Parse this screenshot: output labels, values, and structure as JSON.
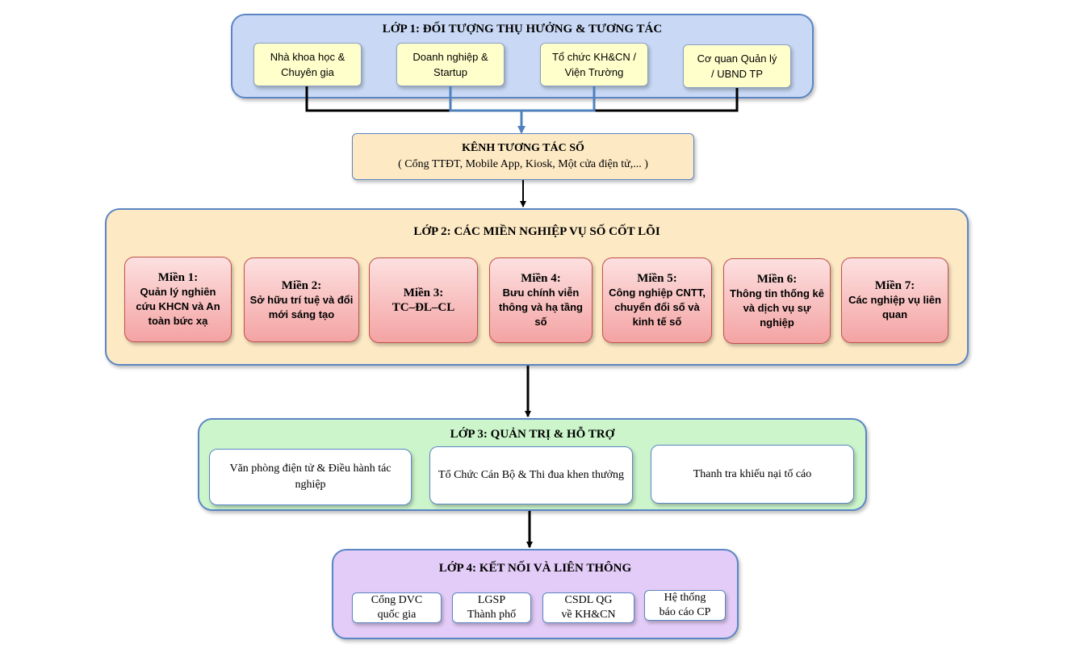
{
  "layer1": {
    "title": "LỚP 1: ĐỐI TƯỢNG THỤ HƯỞNG & TƯƠNG TÁC",
    "items": [
      {
        "line1": "Nhà khoa học &",
        "line2": "Chuyên gia"
      },
      {
        "line1": "Doanh nghiệp &",
        "line2": "Startup"
      },
      {
        "line1": "Tổ chức KH&CN /",
        "line2": "Viện Trường"
      },
      {
        "line1": "Cơ quan Quản lý",
        "line2": "/ UBND TP"
      }
    ]
  },
  "channel": {
    "title": "KÊNH TƯƠNG TÁC SỐ",
    "subtitle": "( Cổng TTĐT, Mobile App, Kiosk, Một cửa điện tử,... )"
  },
  "layer2": {
    "title": "LỚP 2: CÁC MIỀN NGHIỆP VỤ SỐ CỐT LÕI",
    "domains": [
      {
        "title": "Miền 1:",
        "desc": "Quản lý nghiên cứu KHCN và An toàn bức xạ"
      },
      {
        "title": "Miền 2:",
        "desc": "Sở hữu trí tuệ và đổi mới sáng tạo"
      },
      {
        "title": "Miền 3:",
        "desc": "TC–ĐL–CL"
      },
      {
        "title": "Miền 4:",
        "desc": "Bưu chính viễn thông và hạ tầng số"
      },
      {
        "title": "Miền 5:",
        "desc": "Công nghiệp CNTT, chuyển đổi số và kinh tế số"
      },
      {
        "title": "Miền 6:",
        "desc": "Thông tin thống kê và dịch vụ sự nghiệp"
      },
      {
        "title": "Miền 7:",
        "desc": "Các nghiệp vụ liên quan"
      }
    ]
  },
  "layer3": {
    "title": "LỚP 3: QUẢN TRỊ & HỖ TRỢ",
    "items": [
      "Văn phòng điện tử & Điều hành tác nghiệp",
      "Tổ Chức Cán Bộ & Thi đua khen thưởng",
      "Thanh tra khiếu nại tố cáo"
    ]
  },
  "layer4": {
    "title": "LỚP 4: KẾT NỐI VÀ LIÊN THÔNG",
    "items": [
      {
        "line1": "Cổng DVC",
        "line2": "quốc gia"
      },
      {
        "line1": "LGSP",
        "line2": "Thành phố"
      },
      {
        "line1": "CSDL QG",
        "line2": "về KH&CN"
      },
      {
        "line1": "Hệ thống",
        "line2": "báo cáo CP"
      }
    ]
  },
  "colors": {
    "layer1_bg": "#c9d9f5",
    "channel_bg": "#fde9c4",
    "layer2_bg": "#fde9c4",
    "layer3_bg": "#ccf5cc",
    "layer4_bg": "#e3ccf7",
    "domain_border": "#c0504d",
    "frame_border": "#5b86c4"
  }
}
